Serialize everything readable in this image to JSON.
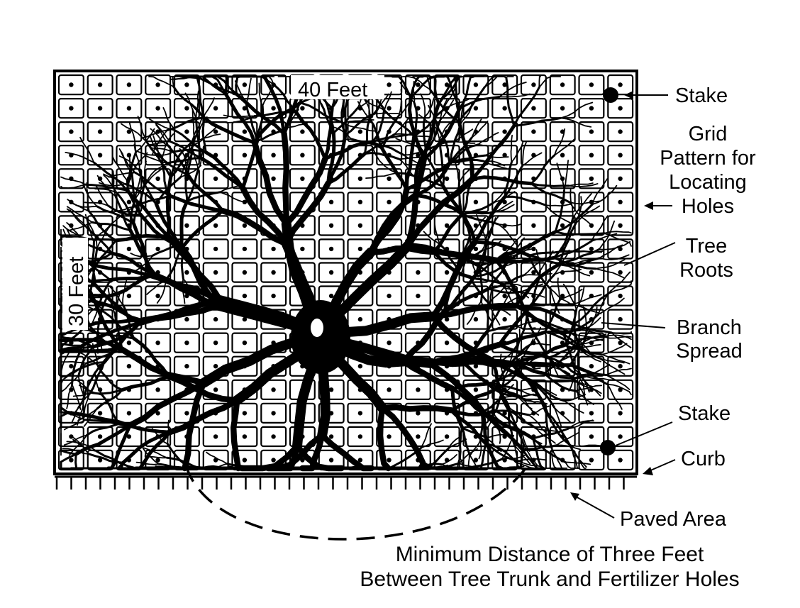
{
  "grid": {
    "width_label": "40 Feet",
    "height_label": "30 Feet",
    "columns": 20,
    "rows": 17
  },
  "labels": {
    "stake_top": "Stake",
    "grid_pattern": [
      "Grid",
      "Pattern for",
      "Locating",
      "Holes"
    ],
    "tree_roots": [
      "Tree",
      "Roots"
    ],
    "branch_spread": [
      "Branch",
      "Spread"
    ],
    "stake_bottom": "Stake",
    "curb": "Curb",
    "paved_area": "Paved Area",
    "caption": [
      "Minimum Distance of Three Feet",
      "Between Tree Trunk and Fertilizer Holes"
    ]
  },
  "colors": {
    "ink": "#000000",
    "paper": "#ffffff"
  }
}
